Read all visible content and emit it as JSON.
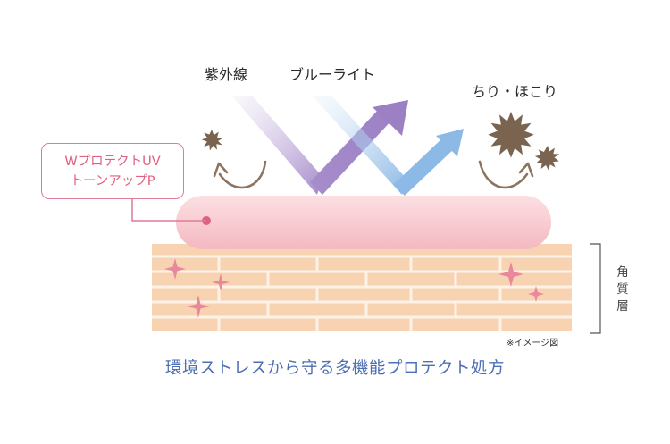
{
  "labels": {
    "uv": "紫外線",
    "blue_light": "ブルーライト",
    "dust": "ちり・ほこり"
  },
  "callout": {
    "line1": "WプロテクトUV",
    "line2": "トーンアップP"
  },
  "stratum_label": "角質層",
  "note": "※イメージ図",
  "caption": "環境ストレスから守る多機能プロテクト処方",
  "colors": {
    "uv_arrow": "#a48bc9",
    "blue_arrow": "#8cb9e6",
    "particle": "#7a6450",
    "deflect_arrow": "#8c7560",
    "layer": "#f7d3b2",
    "layer_line": "#fdf2e8",
    "barrier": "#f8c6cd",
    "callout_border": "#e07a95",
    "sparkle": "#e9889b",
    "caption": "#4d6fb3"
  }
}
